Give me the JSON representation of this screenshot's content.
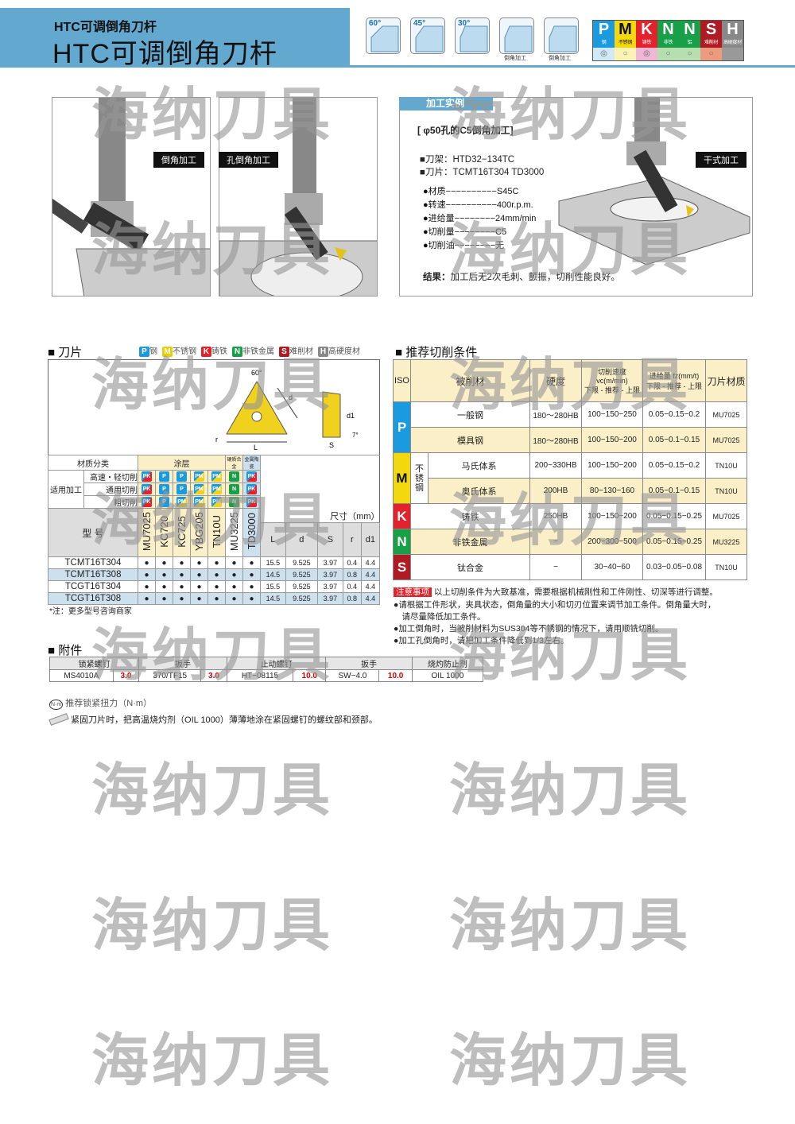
{
  "header": {
    "subtitle": "HTC可调倒角刀杆",
    "title": "HTC可调倒角刀杆"
  },
  "angle_icons": [
    {
      "label": "60°"
    },
    {
      "label": "45°"
    },
    {
      "label": "30°"
    },
    {
      "caption": "倒角加工"
    },
    {
      "caption": "倒角加工"
    }
  ],
  "iso_badges": [
    {
      "letter": "P",
      "name": "钢",
      "color": "#1a9be0",
      "mark": "◎",
      "bg": "#cfe9f7"
    },
    {
      "letter": "M",
      "name": "不锈钢",
      "color": "#f2d80c",
      "mark": "○",
      "bg": "#fbf3b3",
      "text": "#111"
    },
    {
      "letter": "K",
      "name": "铸铁",
      "color": "#e4222b",
      "mark": "◎",
      "bg": "#f0b7d5"
    },
    {
      "letter": "N",
      "name": "非铁",
      "color": "#18a048",
      "mark": "○",
      "bg": "#b5dfae"
    },
    {
      "letter": "N",
      "name": "铝",
      "color": "#18a048",
      "mark": "○",
      "bg": "#b5dfae"
    },
    {
      "letter": "S",
      "name": "难削材",
      "color": "#b01a22",
      "mark": "○",
      "bg": "#ec9b7f"
    },
    {
      "letter": "H",
      "name": "高硬度材",
      "color": "#888888",
      "mark": "",
      "bg": "#999999"
    }
  ],
  "watermark": "海纳刀具",
  "images": {
    "label1": "倒角加工",
    "label2": "孔倒角加工"
  },
  "example": {
    "tab": "加工实例",
    "heading": "[ φ50孔的C5倒角加工]",
    "holder": "■刀架：HTD32−134TC",
    "insert": "■刀片：TCMT16T304 TD3000",
    "params": [
      "●材质−−−−−−−−−−S45C",
      "●转速−−−−−−−−−−400r.p.m.",
      "●进给量−−−−−−−−24mm/min",
      "●切削量−−−−−−−−C5",
      "●切削油−−−−−−−−无"
    ],
    "dry_tag": "干式加工",
    "result_label": "结果：",
    "result": "加工后无2次毛刺、颤振，切削性能良好。"
  },
  "inserts": {
    "title": "■ 刀片",
    "legend": [
      {
        "l": "P",
        "t": "钢",
        "c": "#1a9be0"
      },
      {
        "l": "M",
        "t": "不锈钢",
        "c": "#e8cf00"
      },
      {
        "l": "K",
        "t": "铸铁",
        "c": "#e4222b"
      },
      {
        "l": "N",
        "t": "非铁金属",
        "c": "#18a048"
      },
      {
        "l": "S",
        "t": "难削材",
        "c": "#b01a22"
      },
      {
        "l": "H",
        "t": "高硬度材",
        "c": "#888888"
      }
    ],
    "diagram": {
      "angle": "60°",
      "d": "d",
      "r": "r",
      "L": "L",
      "d1": "d1",
      "S": "S",
      "relief": "7°"
    },
    "material_class": "材质分类",
    "coating": "涂层",
    "carbide": "硬质合金",
    "cermet": "金属陶瓷",
    "application": "适用加工",
    "apps": [
      "高速・轻切削",
      "通用切削",
      "粗切削"
    ],
    "grade_icons": [
      [
        "PK",
        "P",
        "P",
        "PM",
        "PM",
        "N",
        "PK"
      ],
      [
        "PK",
        "P",
        "P",
        "PM",
        "PM",
        "N",
        "PK"
      ],
      [
        "PK",
        "P",
        "PM",
        "PM",
        "PM",
        "N",
        "PK"
      ]
    ],
    "model_label": "型 号",
    "dim_label": "尺寸（mm）",
    "grades": [
      "MU7025",
      "KC720",
      "KC725",
      "YBG205",
      "TN10U",
      "MU3225",
      "TD3000"
    ],
    "dims": [
      "L",
      "d",
      "S",
      "r",
      "d1"
    ],
    "rows": [
      {
        "model": "TCMT16T304",
        "avail": [
          "●",
          "●",
          "●",
          "●",
          "●",
          "●",
          "●"
        ],
        "L": "15.5",
        "d": "9.525",
        "S": "3.97",
        "r": "0.4",
        "d1": "4.4"
      },
      {
        "model": "TCMT16T308",
        "avail": [
          "●",
          "●",
          "●",
          "●",
          "●",
          "●",
          "●"
        ],
        "L": "14.5",
        "d": "9.525",
        "S": "3.97",
        "r": "0.8",
        "d1": "4.4"
      },
      {
        "model": "TCGT16T304",
        "avail": [
          "●",
          "●",
          "●",
          "●",
          "●",
          "●",
          "●"
        ],
        "L": "15.5",
        "d": "9.525",
        "S": "3.97",
        "r": "0.4",
        "d1": "4.4"
      },
      {
        "model": "TCGT16T308",
        "avail": [
          "●",
          "●",
          "●",
          "●",
          "●",
          "●",
          "●"
        ],
        "L": "14.5",
        "d": "9.525",
        "S": "3.97",
        "r": "0.8",
        "d1": "4.4"
      }
    ],
    "footnote": "*注：更多型号咨询商家"
  },
  "cutting": {
    "title": "■ 推荐切削条件",
    "headers": {
      "iso": "ISO",
      "material": "被削材",
      "hardness": "硬度",
      "speed": "切削速度 vc(m/min)",
      "speed_sub": "下限 - 推荐 - 上限",
      "feed": "进给量 fz(mm/t)",
      "feed_sub": "下限 - 推荐 - 上限",
      "grade": "刀片材质"
    },
    "stainless": "不锈钢",
    "rows": [
      {
        "iso": "P",
        "material": "一般钢",
        "hardness": "180～280HB",
        "speed": "100−150−250",
        "feed": "0.05−0.15−0.2",
        "grade": "MU7025"
      },
      {
        "iso": "P",
        "material": "模具钢",
        "hardness": "180～280HB",
        "speed": "100−150−200",
        "feed": "0.05−0.1−0.15",
        "grade": "MU7025"
      },
      {
        "iso": "M",
        "material": "马氏体系",
        "hardness": "200−330HB",
        "speed": "100−150−200",
        "feed": "0.05−0.15−0.2",
        "grade": "TN10U"
      },
      {
        "iso": "M",
        "material": "奥氏体系",
        "hardness": "200HB",
        "speed": "80−130−160",
        "feed": "0.05−0.1−0.15",
        "grade": "TN10U"
      },
      {
        "iso": "K",
        "material": "铸铁",
        "hardness": "250HB",
        "speed": "100−150−200",
        "feed": "0.05−0.15−0.25",
        "grade": "MU7025"
      },
      {
        "iso": "N",
        "material": "非铁金属",
        "hardness": "−",
        "speed": "200−300−500",
        "feed": "0.05−0.15−0.25",
        "grade": "MU3225"
      },
      {
        "iso": "S",
        "material": "钛合金",
        "hardness": "−",
        "speed": "30−40−60",
        "feed": "0.03−0.05−0.08",
        "grade": "TN10U"
      }
    ],
    "iso_labels": {
      "P": "P",
      "M": "M",
      "K": "K",
      "N": "N",
      "S": "S"
    },
    "notice_tag": "注意事项",
    "notice": "以上切削条件为大致基准，需要根据机械刚性和工件刚性、切深等进行调整。",
    "notes": [
      "●请根据工件形状，夹具状态，倒角量的大小和切刃位置来调节加工条件。倒角量大时，",
      "　请尽量降低加工条件。",
      "●加工倒角时，当被削材料为SUS304等不锈钢的情况下，请用顺铣切削。",
      "●加工孔倒角时，请把加工条件降低到1/3左右。"
    ]
  },
  "accessories": {
    "title": "■ 附件",
    "items": [
      {
        "name": "锁紧螺钉",
        "part": "MS4010A",
        "torque": "3.0"
      },
      {
        "name": "扳手",
        "part": "370/TF15",
        "torque": "3.0"
      },
      {
        "name": "止动螺钉",
        "part": "HT−08115",
        "torque": "10.0"
      },
      {
        "name": "扳手",
        "part": "SW−4.0",
        "torque": "10.0"
      },
      {
        "name": "烧灼防止剂",
        "part": "OIL 1000",
        "torque": ""
      }
    ],
    "torque_icon": "N·m",
    "torque_note": "推荐锁紧扭力（N·m）",
    "grease_note": "紧固刀片时，把高温烧灼剂（OIL 1000）薄薄地涂在紧固螺钉的螺纹部和颈部。"
  }
}
